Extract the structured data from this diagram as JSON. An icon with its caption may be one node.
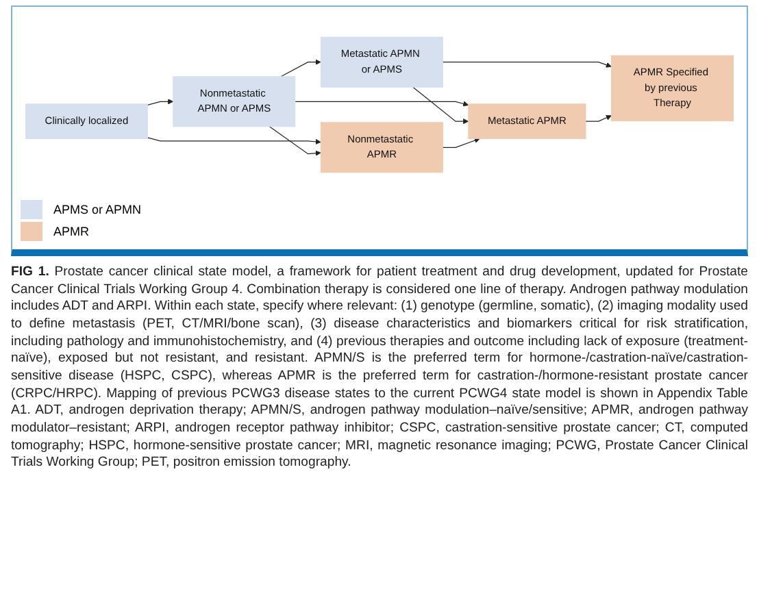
{
  "diagram": {
    "caption": "**FIG 1.** Prostate cancer clinical state model, a framework for patient treatment and drug development, updated for Prostate Cancer Clinical Trials Working Group 4. Combination therapy is considered one line of therapy. Androgen pathway modulation includes ADT and ARPI. Within each state, specify where relevant: (1) genotype (germline, somatic), (2) imaging modality used to define metastasis (PET, CT/MRI/bone scan), (3) disease characteristics and biomarkers critical for risk stratification, including pathology and immunohistochemistry, and (4) previous therapies and outcome including lack of exposure (treatment-naïve), exposed but not resistant, and resistant. APMN/S is the preferred term for hormone-/castration-naïve/castration-sensitive disease (HSPC, CSPC), whereas APMR is the preferred term for castration-/hormone-resistant prostate cancer (CRPC/HRPC). Mapping of previous PCWG3 disease states to the current PCWG4 state model is shown in Appendix Table A1. ADT, androgen deprivation therapy; APMN/S, androgen pathway modulation–naïve/sensitive; APMR, androgen pathway modulator–resistant; ARPI, androgen receptor pathway inhibitor; CSPC, castration-sensitive prostate cancer; CT, computed tomography; HSPC, hormone-sensitive prostate cancer; MRI, magnetic resonance imaging; PCWG, Prostate Cancer Clinical Trials Working Group; PET, positron emission tomography.",
    "nodes": [
      {
        "text": [
          "Clinically localized"
        ]
      },
      {
        "text": [
          "Nonmetastatic APMN or APMS"
        ]
      },
      {
        "text": [
          "Nonmetastatic APMR"
        ]
      },
      {
        "text": [
          "Metastatic APMN or APMS"
        ]
      },
      {
        "text": [
          "Metastatic APMR"
        ]
      },
      {
        "text": [
          "APMR Specified by previous Therapy"
        ]
      }
    ],
    "edges": [
      {
        "from": 0,
        "to": 1,
        "arrow": "to"
      },
      {
        "from": 0,
        "to": 2,
        "arrow": "to"
      },
      {
        "from": 1,
        "to": 3,
        "arrow": "to"
      },
      {
        "from": 1,
        "to": 2,
        "arrow": "to"
      },
      {
        "from": 1,
        "to": 4,
        "arrow": "to"
      },
      {
        "from": 3,
        "to": 4,
        "arrow": "to"
      },
      {
        "from": 2,
        "to": 4,
        "arrow": "to"
      },
      {
        "from": 3,
        "to": 5,
        "arrow": "to"
      },
      {
        "from": 4,
        "to": 5,
        "arrow": "to"
      }
    ],
    "legend": [
      {
        "text": "APMS or APMN",
        "color": "#d6e0ee"
      },
      {
        "text": "APMR",
        "color": "#f0cbb0"
      }
    ]
  }
}
